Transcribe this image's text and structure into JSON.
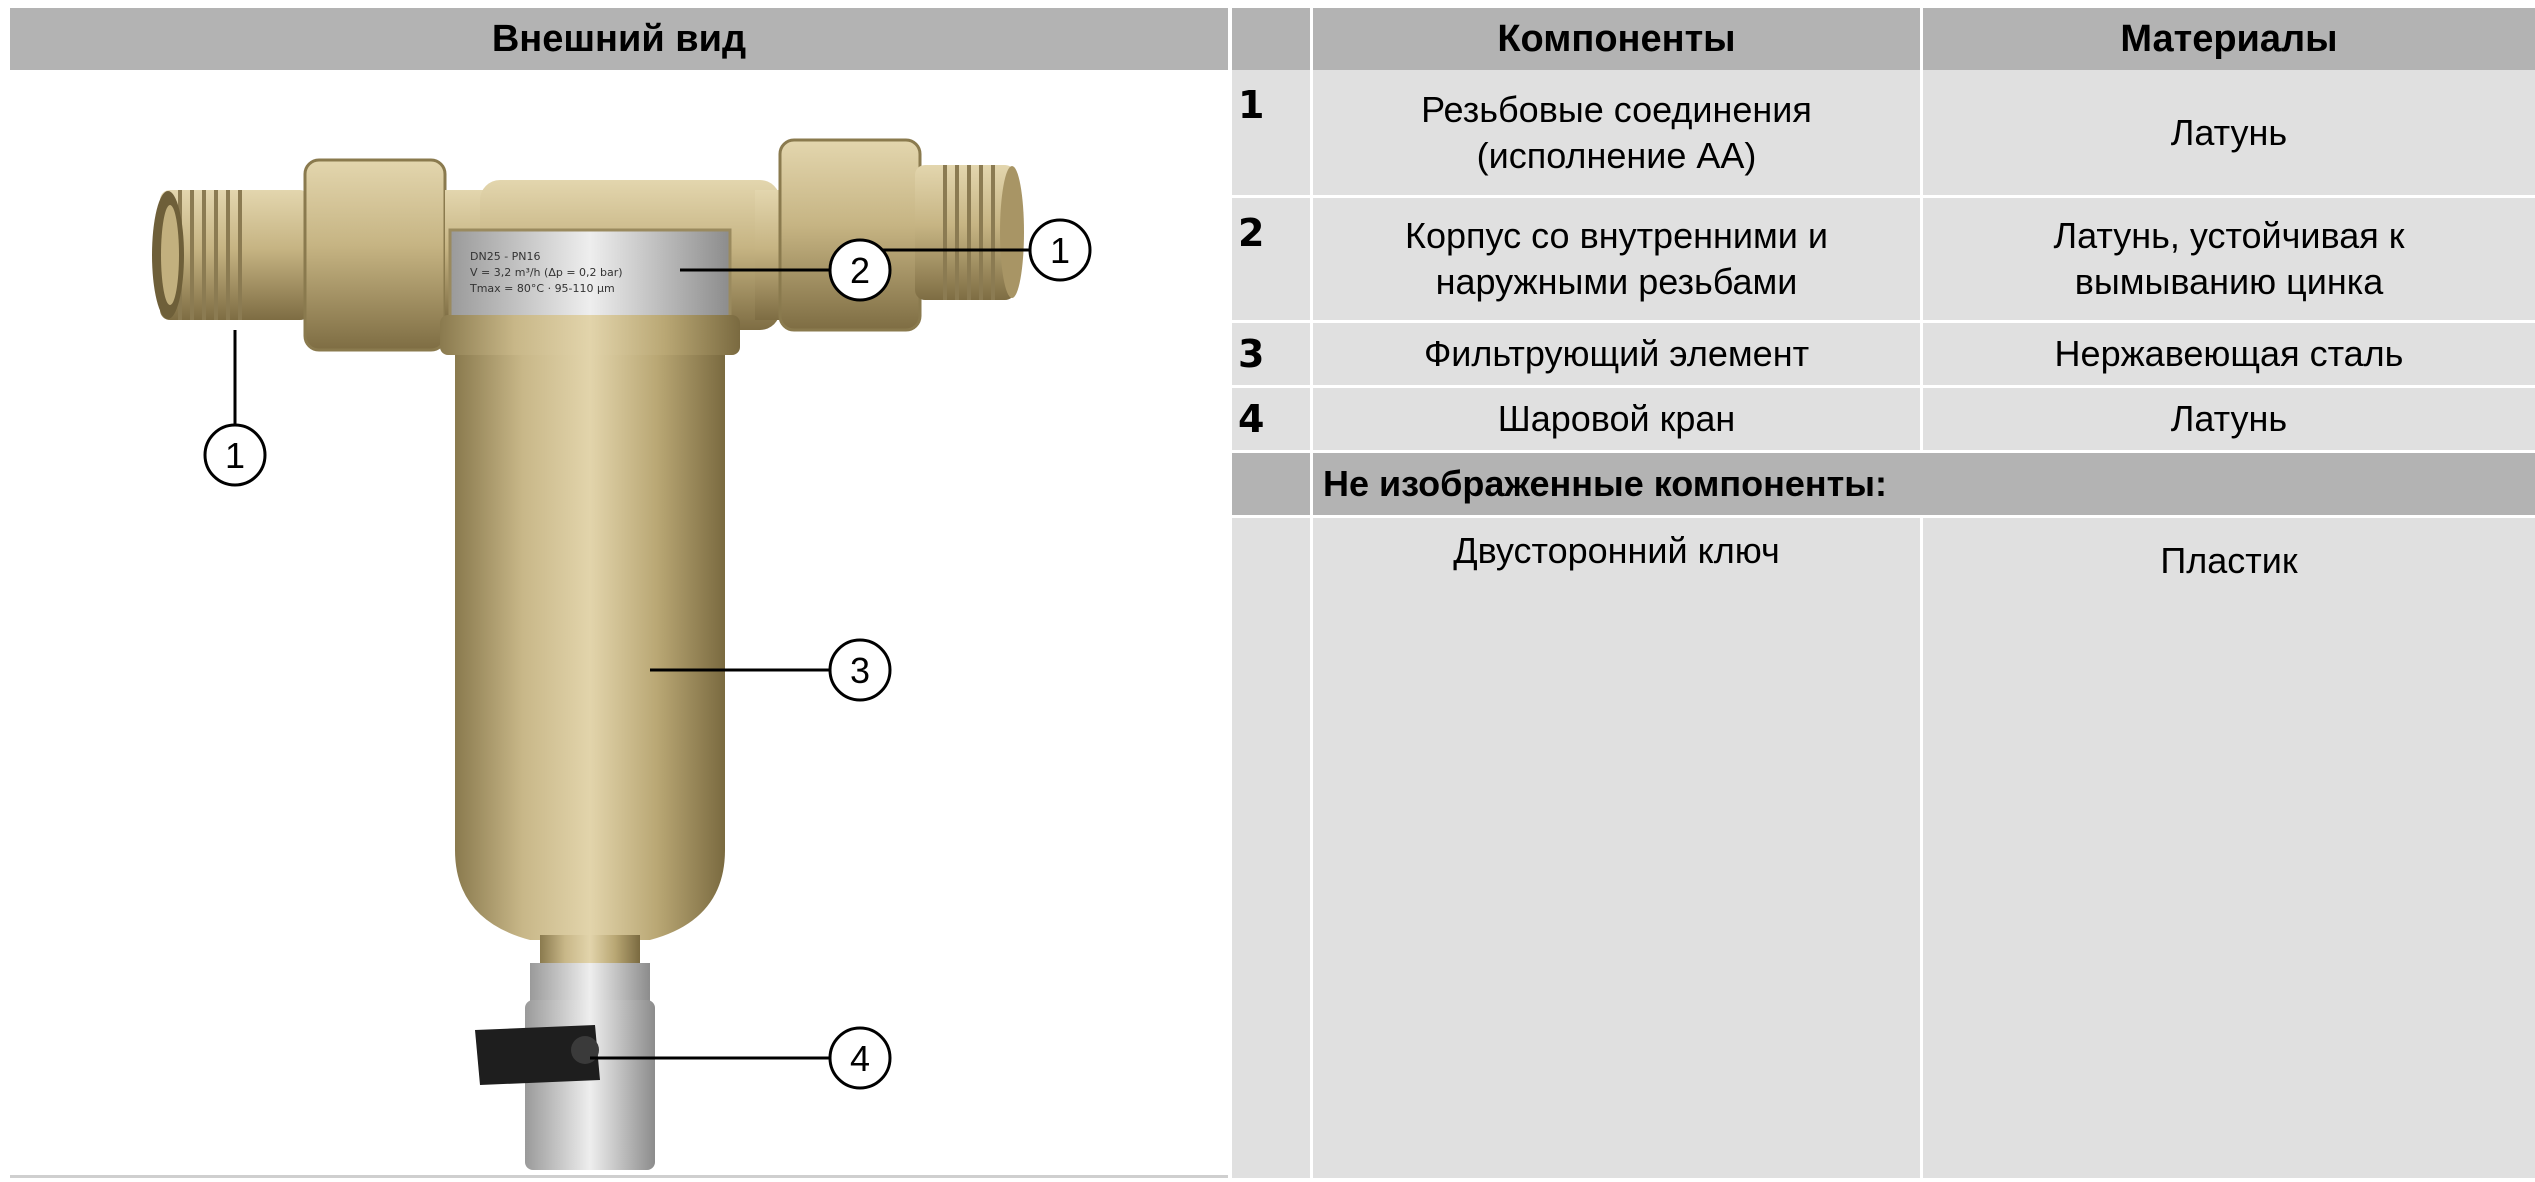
{
  "left_panel": {
    "header": "Внешний вид",
    "callouts": [
      "1",
      "1",
      "2",
      "3",
      "4"
    ],
    "label_plate": [
      "DN25 - PN16",
      "V = 3,2 m³/h (Δp = 0,2 bar)",
      "Tmax = 80°C · 95-110 μm"
    ]
  },
  "table": {
    "headers": {
      "num": "",
      "components": "Компоненты",
      "materials": "Материалы"
    },
    "rows": [
      {
        "num": "1",
        "component_line1": "Резьбовые соединения",
        "component_line2": "(исполнение АА)",
        "material_line1": "Латунь",
        "material_line2": ""
      },
      {
        "num": "2",
        "component_line1": "Корпус со внутренними и",
        "component_line2": "наружными резьбами",
        "material_line1": "Латунь, устойчивая к",
        "material_line2": "вымыванию цинка"
      },
      {
        "num": "3",
        "component_line1": "Фильтрующий элемент",
        "component_line2": "",
        "material_line1": "Нержавеющая сталь",
        "material_line2": ""
      },
      {
        "num": "4",
        "component_line1": "Шаровой кран",
        "component_line2": "",
        "material_line1": "Латунь",
        "material_line2": ""
      }
    ],
    "subheader": "Не изображенные компоненты:",
    "extra": {
      "component": "Двусторонний ключ",
      "material": "Пластик"
    }
  },
  "colors": {
    "header_bg": "#b3b3b3",
    "cell_bg": "#e0e0e0",
    "brass_light": "#d9c9a0",
    "brass_mid": "#b8a472",
    "brass_dark": "#7d6c43"
  }
}
